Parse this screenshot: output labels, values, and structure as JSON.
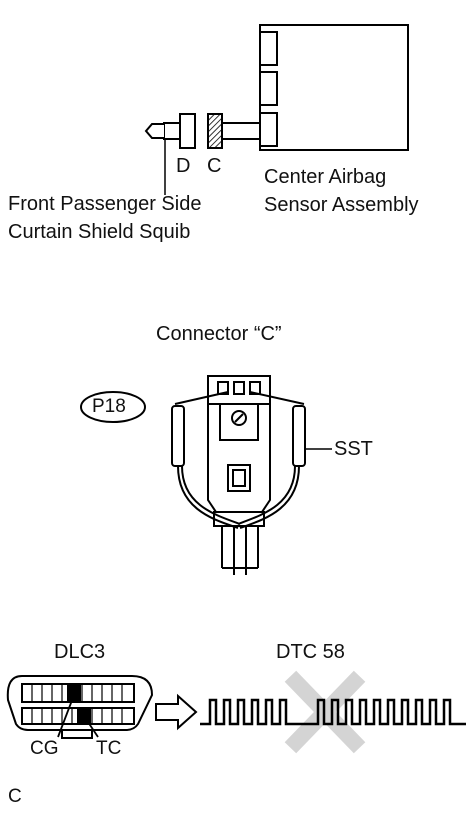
{
  "section1": {
    "connector_d_label": "D",
    "connector_c_label": "C",
    "sensor_label_line1": "Center Airbag",
    "sensor_label_line2": "Sensor Assembly",
    "squib_label_line1": "Front Passenger Side",
    "squib_label_line2": "Curtain Shield Squib"
  },
  "section2": {
    "title": "Connector “C”",
    "pin_code": "P18",
    "sst_label": "SST"
  },
  "section3": {
    "dlc_label": "DLC3",
    "dtc_label": "DTC 58",
    "cg_label": "CG",
    "tc_label": "TC",
    "corner_label": "C",
    "cross_color": "#d4d4d4"
  }
}
